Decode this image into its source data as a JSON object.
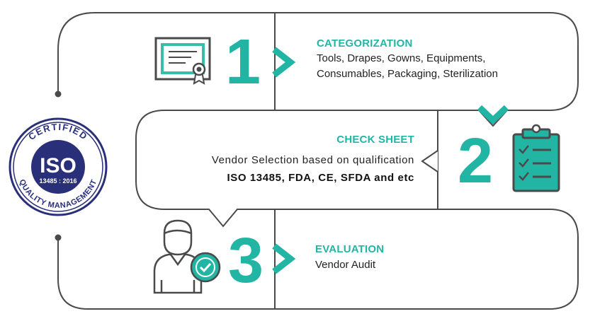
{
  "colors": {
    "accent": "#23b5a3",
    "outline": "#4a4a4a",
    "seal": "#2a2f7a",
    "text": "#222222"
  },
  "seal": {
    "top_text": "CERTIFIED",
    "center_text": "ISO",
    "standard_text": "13485 : 2016",
    "bottom_text": "QUALITY MANAGEMENT"
  },
  "steps": [
    {
      "number": "1",
      "heading": "CATEGORIZATION",
      "lines": [
        "Tools, Drapes, Gowns, Equipments,",
        "Consumables, Packaging, Sterilization"
      ],
      "icon": "certificate-icon"
    },
    {
      "number": "2",
      "heading": "CHECK SHEET",
      "lines": [
        "Vendor Selection based on qualification",
        "ISO 13485, FDA, CE, SFDA and etc"
      ],
      "icon": "clipboard-checklist-icon"
    },
    {
      "number": "3",
      "heading": "EVALUATION",
      "lines": [
        "Vendor Audit"
      ],
      "icon": "verified-user-icon"
    }
  ]
}
